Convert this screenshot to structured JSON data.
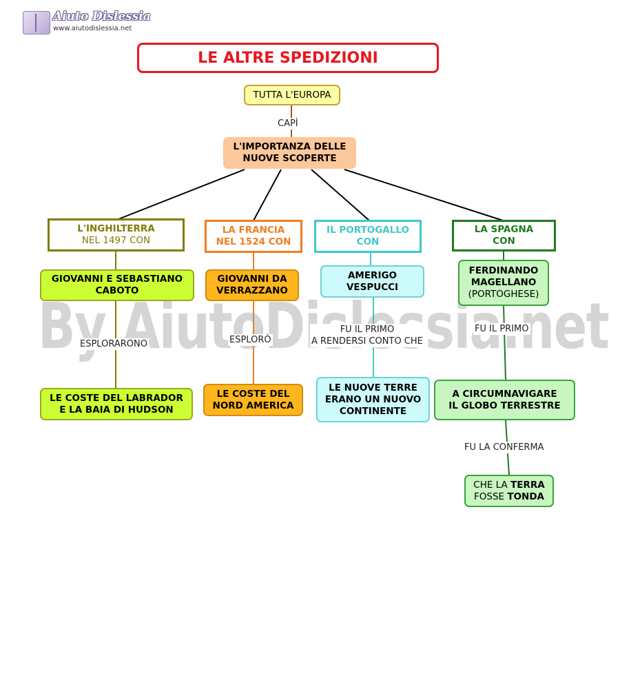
{
  "logo": {
    "brand": "Aiuto Dislessia",
    "url": "www.aiutodislessia.net"
  },
  "watermark": "By AiutoDislessia.net",
  "title": "LE ALTRE SPEDIZIONI",
  "root": {
    "text": "TUTTA L'EUROPA"
  },
  "root_link": "CAPÌ",
  "center": {
    "line1": "L'IMPORTANZA DELLE",
    "line2": "NUOVE SCOPERTE"
  },
  "colors": {
    "title": "#e8161e",
    "england": "#807c00",
    "france": "#f07d1e",
    "portugal": "#3fc8c8",
    "spain": "#1f7a1f",
    "lime_fill": "#ccff33",
    "orange_fill": "#ffb61c",
    "cyan_fill": "#cdfafa",
    "green_fill": "#c8f5c0"
  },
  "branches": {
    "england": {
      "head": {
        "line1": "L'INGHILTERRA",
        "line2": "NEL 1497 CON"
      },
      "explorer": {
        "line1": "GIOVANNI E SEBASTIANO",
        "line2": "CABOTO"
      },
      "link": "ESPLORARONO",
      "result": {
        "line1": "LE COSTE DEL LABRADOR",
        "line2": "E LA BAIA DI HUDSON"
      }
    },
    "france": {
      "head": {
        "line1": "LA FRANCIA",
        "line2": "NEL 1524 CON"
      },
      "explorer": {
        "line1": "GIOVANNI DA",
        "line2": "VERRAZZANO"
      },
      "link": "ESPLORÒ",
      "result": {
        "line1": "LE COSTE DEL",
        "line2": "NORD AMERICA"
      }
    },
    "portugal": {
      "head": {
        "line1": "IL PORTOGALLO",
        "line2": "CON"
      },
      "explorer": {
        "line1": "AMERIGO",
        "line2": "VESPUCCI"
      },
      "link": {
        "line1": "FU IL PRIMO",
        "line2": "A RENDERSI CONTO CHE"
      },
      "result": {
        "line1": "LE NUOVE TERRE",
        "line2": "ERANO UN NUOVO",
        "line3": "CONTINENTE"
      }
    },
    "spain": {
      "head": {
        "line1": "LA SPAGNA",
        "line2": "CON"
      },
      "explorer": {
        "line1": "FERDINANDO",
        "line2": "MAGELLANO",
        "line3": "(PORTOGHESE)"
      },
      "link": "FU IL PRIMO",
      "result": {
        "line1": "A CIRCUMNAVIGARE",
        "line2": "IL GLOBO TERRESTRE"
      },
      "link2": "FU LA CONFERMA",
      "final": {
        "pre1": "CHE LA ",
        "bold1": "TERRA",
        "pre2": "FOSSE ",
        "bold2": "TONDA"
      }
    }
  }
}
